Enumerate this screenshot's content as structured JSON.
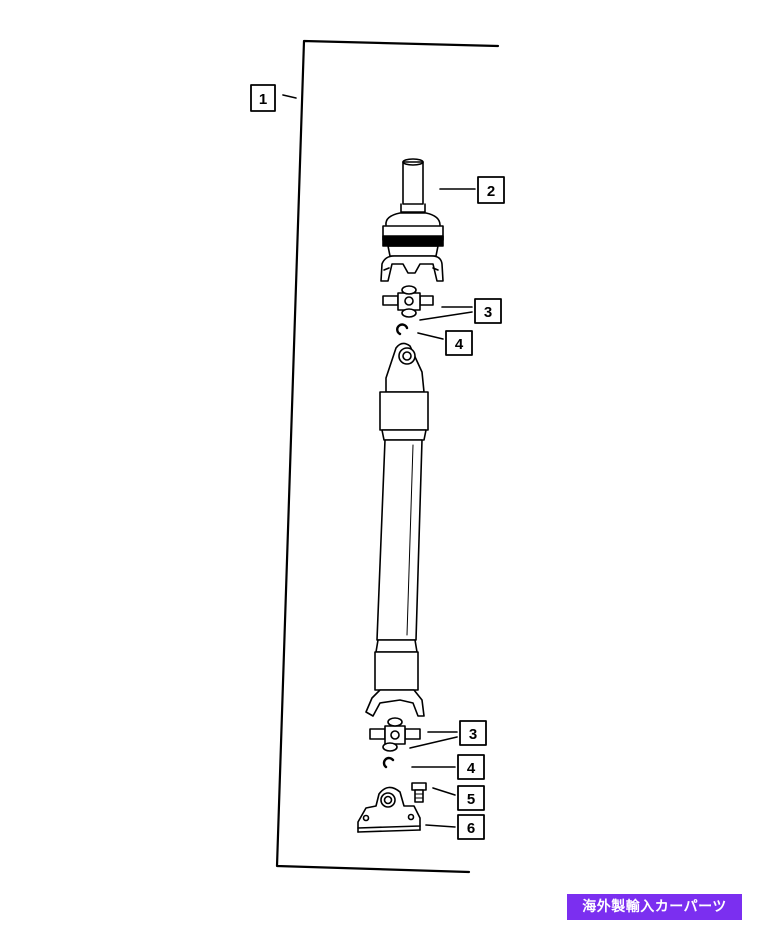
{
  "callouts": {
    "c1": "1",
    "c2": "2",
    "c3a": "3",
    "c4a": "4",
    "c3b": "3",
    "c4b": "4",
    "c5": "5",
    "c6": "6"
  },
  "watermark": "海外製輸入カーパーツ"
}
